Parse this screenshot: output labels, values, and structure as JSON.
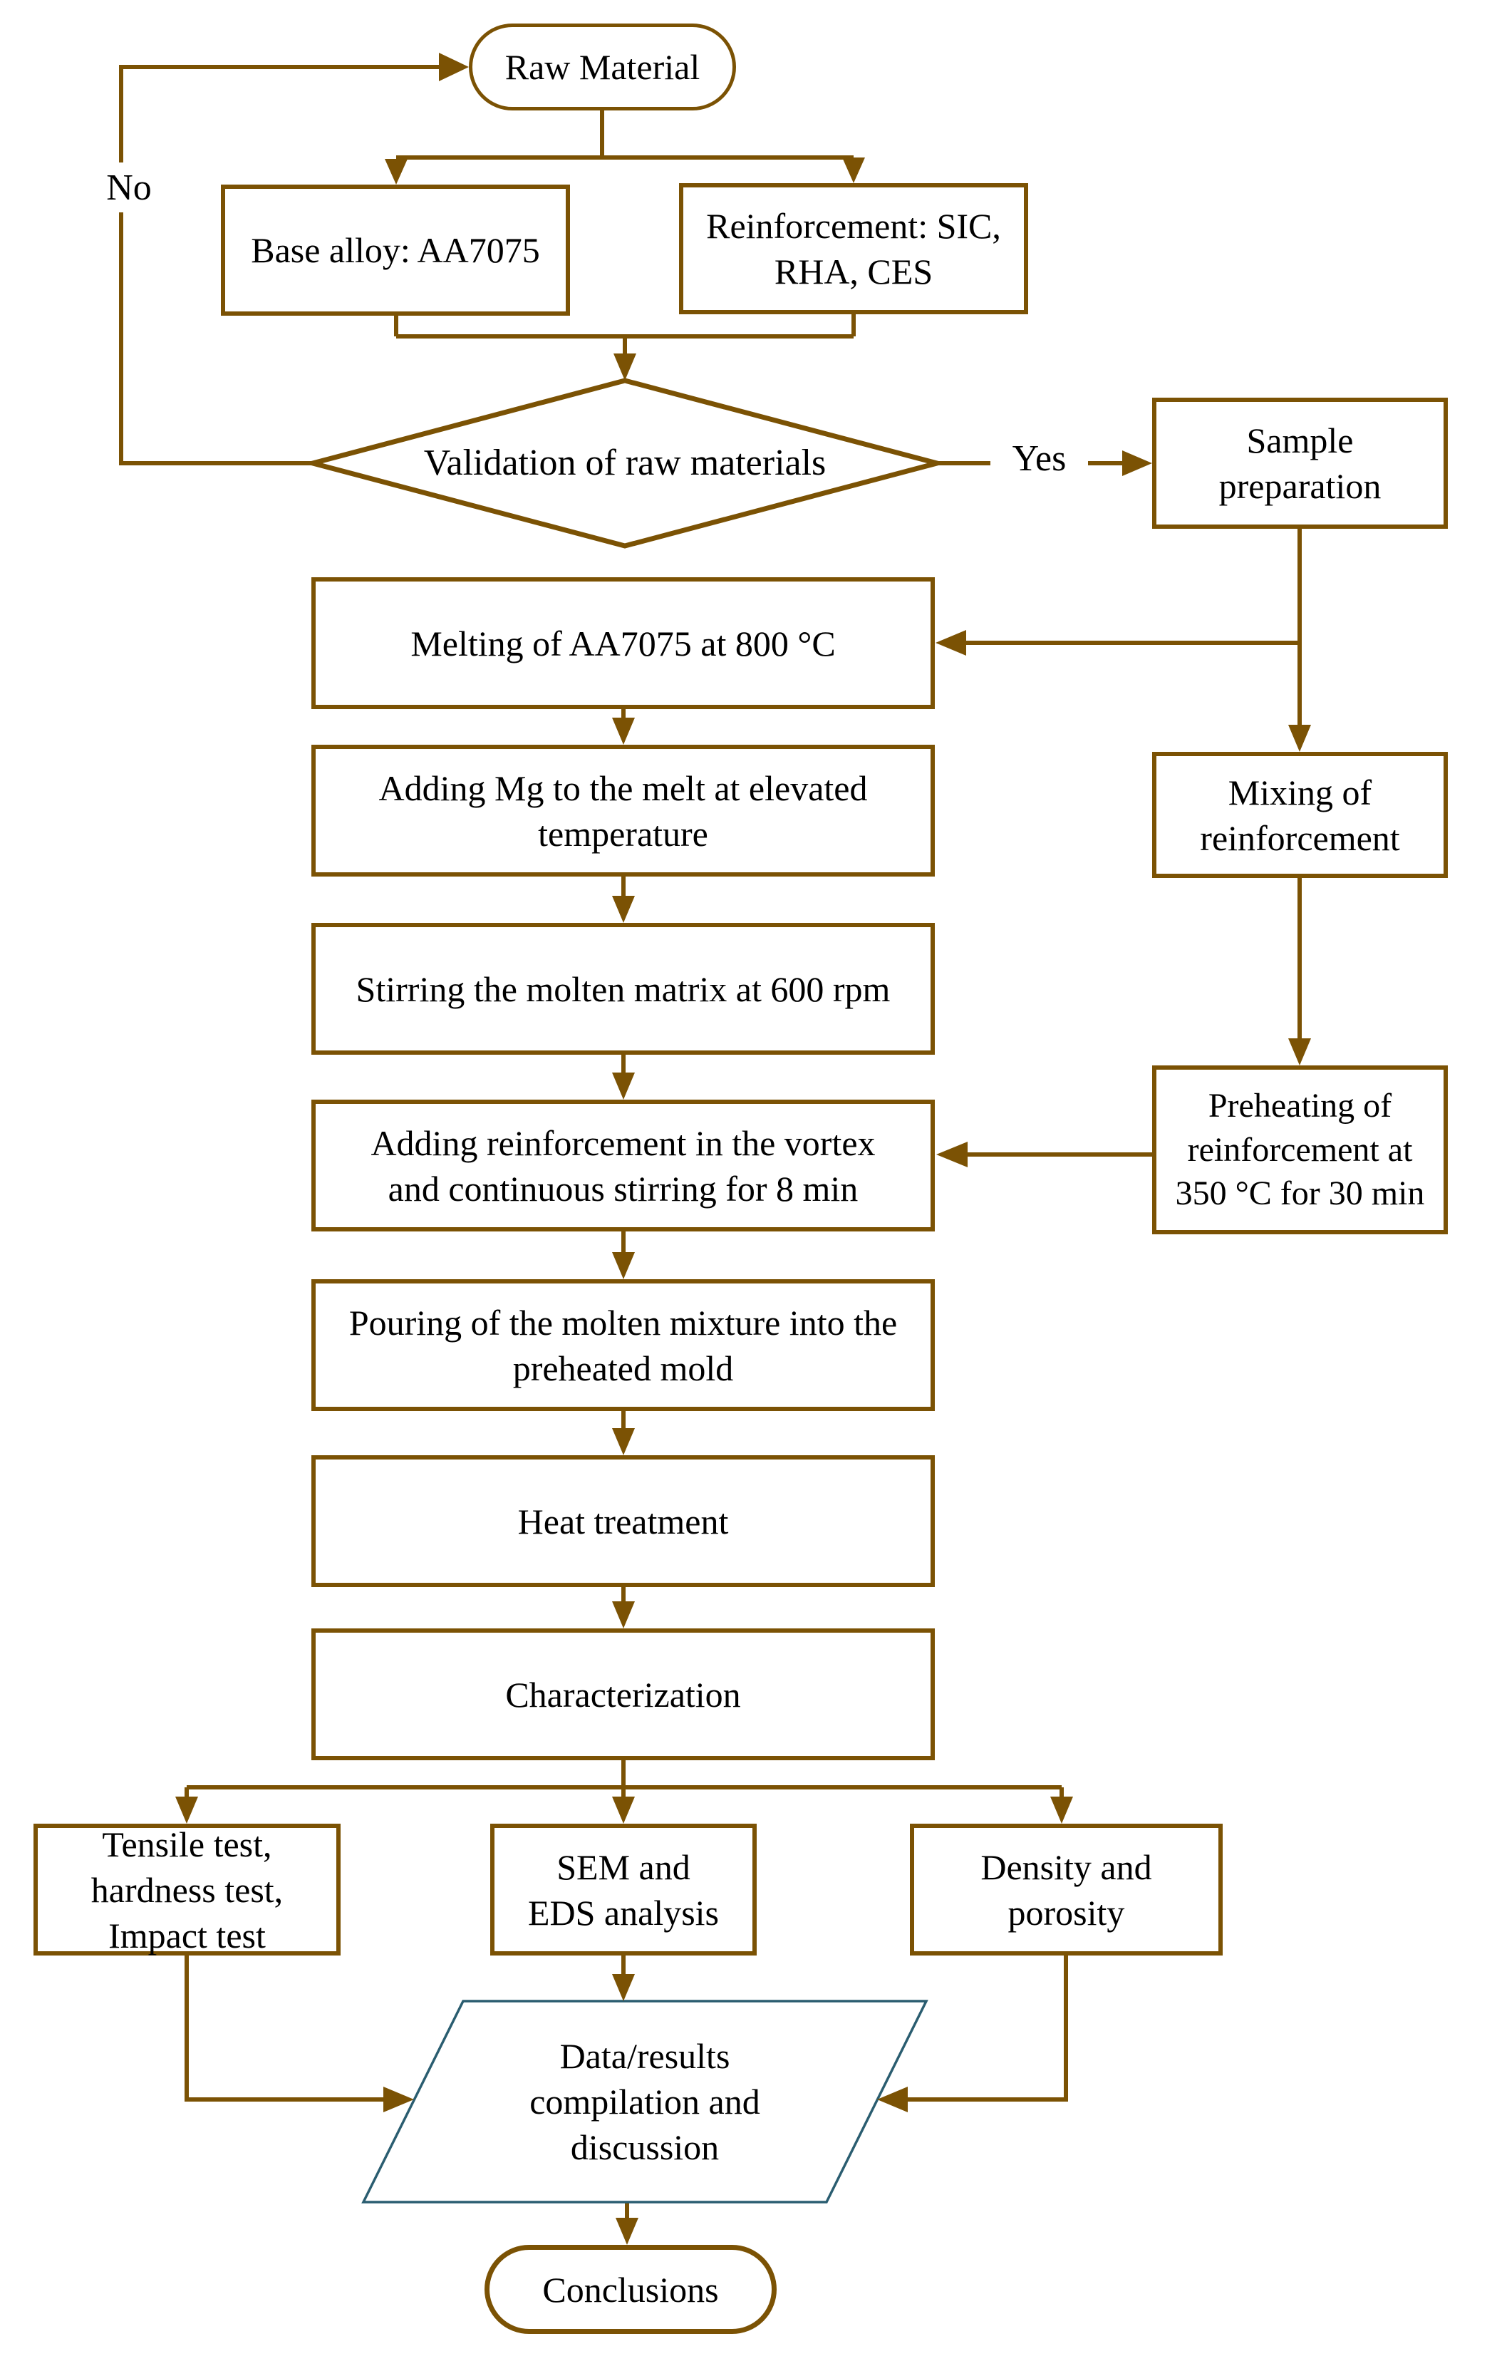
{
  "diagram": {
    "type": "flowchart",
    "colors": {
      "connector": "#7B5204",
      "process_border": "#7B5204",
      "io_border": "#2A5D70",
      "text": "#000000",
      "background": "#FFFFFF"
    },
    "edge_labels": {
      "yes": "Yes",
      "no": "No"
    },
    "nodes": {
      "raw_material": {
        "shape": "terminator",
        "label": "Raw Material"
      },
      "base_alloy": {
        "shape": "process",
        "label": "Base alloy: AA7075"
      },
      "reinforcement": {
        "shape": "process",
        "label": "Reinforcement: SIC,\nRHA, CES"
      },
      "validation": {
        "shape": "decision",
        "label": "Validation of raw materials"
      },
      "sample_preparation": {
        "shape": "process",
        "label": "Sample\npreparation"
      },
      "melting": {
        "shape": "process",
        "label": "Melting of AA7075 at 800 °C"
      },
      "adding_mg": {
        "shape": "process",
        "label": "Adding Mg to the melt at elevated\ntemperature"
      },
      "mixing": {
        "shape": "process",
        "label": "Mixing of\nreinforcement"
      },
      "stirring": {
        "shape": "process",
        "label": "Stirring the molten matrix at 600 rpm"
      },
      "adding_reinforcement": {
        "shape": "process",
        "label": "Adding reinforcement in the vortex\nand continuous stirring for 8 min"
      },
      "preheating": {
        "shape": "process",
        "label": "Preheating of\nreinforcement at\n350 °C for 30 min"
      },
      "pouring": {
        "shape": "process",
        "label": "Pouring of the molten mixture into the\npreheated mold"
      },
      "heat_treatment": {
        "shape": "process",
        "label": "Heat treatment"
      },
      "characterization": {
        "shape": "process",
        "label": "Characterization"
      },
      "tensile_tests": {
        "shape": "process",
        "label": "Tensile test,\nhardness test,\nImpact test"
      },
      "sem_eds": {
        "shape": "process",
        "label": "SEM and\nEDS analysis"
      },
      "density_porosity": {
        "shape": "process",
        "label": "Density and\nporosity"
      },
      "data_results": {
        "shape": "io-parallelogram",
        "label": "Data/results\ncompilation and\ndiscussion"
      },
      "conclusions": {
        "shape": "terminator",
        "label": "Conclusions"
      }
    }
  }
}
